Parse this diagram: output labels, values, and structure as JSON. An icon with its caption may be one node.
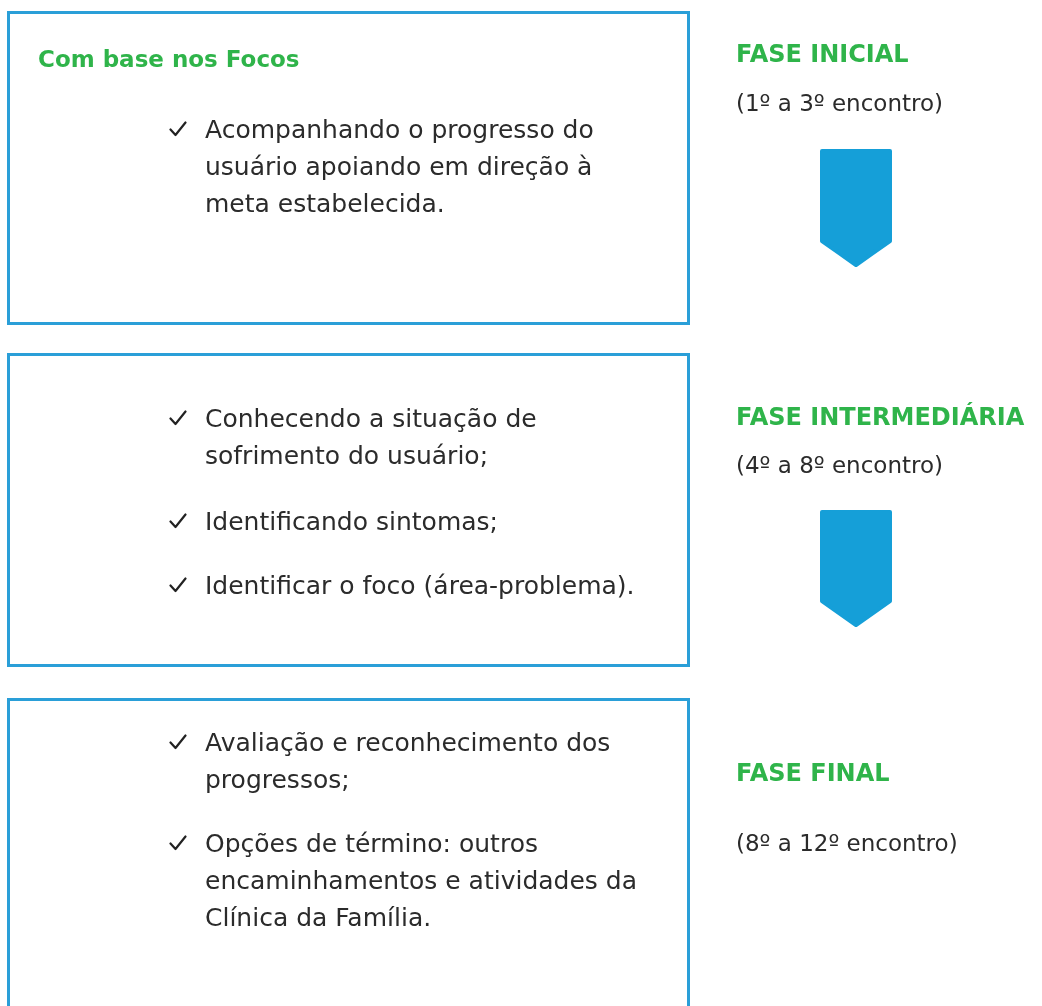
{
  "diagram": {
    "nodes": [
      {
        "text": [
          "Com base nos Focos",
          "Acompanhando o progresso do usuário apoiando em direção à meta estabelecida."
        ]
      },
      {
        "text": [
          "Conhecendo a situação de sofrimento do usuário;",
          "Identificando sintomas;",
          "Identificar o foco (área-problema)."
        ]
      },
      {
        "text": [
          "Avaliação e reconhecimento dos progressos;",
          "Opções de término: outros encaminhamentos e atividades da Clínica da Família."
        ]
      },
      {
        "text": [
          "FASE INICIAL",
          "(1º a 3º encontro)"
        ]
      },
      {
        "text": [
          "FASE INTERMEDIÁRIA",
          "(4º a 8º encontro)"
        ]
      },
      {
        "text": [
          "FASE FINAL",
          "(8º a 12º encontro)"
        ]
      }
    ]
  }
}
